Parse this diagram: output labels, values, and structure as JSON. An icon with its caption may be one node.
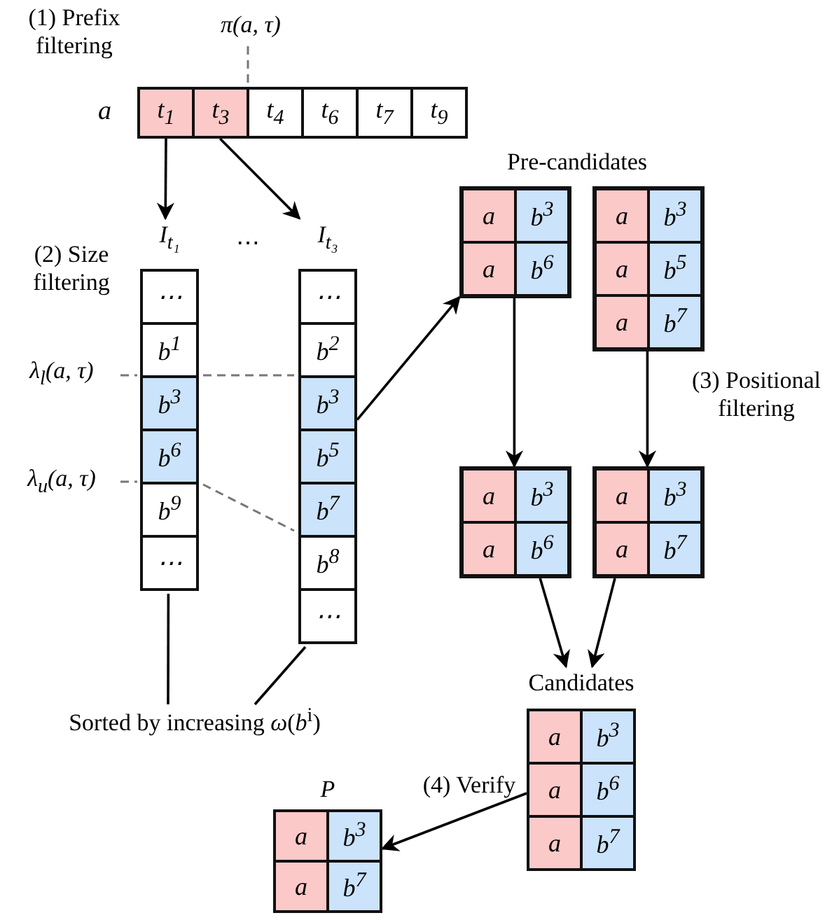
{
  "diagram": {
    "nodes": [
      {
        "text": [
          "a"
        ]
      },
      {
        "text": [
          "t$_{1}$"
        ],
        "in": 0
      },
      {
        "text": [
          "t$_{3}$"
        ],
        "in": 0
      },
      {
        "text": [
          "t$_{4}$"
        ],
        "in": 0
      },
      {
        "text": [
          "t$_{6}$"
        ],
        "in": 0
      },
      {
        "text": [
          "t$_{7}$"
        ],
        "in": 0
      },
      {
        "text": [
          "t$_{9}$"
        ],
        "in": 0
      },
      {
        "text": [
          "I$_{t₁}$"
        ]
      },
      {
        "text": [
          "⋯"
        ],
        "in": 7
      },
      {
        "text": [
          "b$^{1}$"
        ],
        "in": 7
      },
      {
        "text": [
          "b$^{3}$"
        ],
        "in": 7
      },
      {
        "text": [
          "b$^{6}$"
        ],
        "in": 7
      },
      {
        "text": [
          "b$^{9}$"
        ],
        "in": 7
      },
      {
        "text": [
          "⋯"
        ],
        "in": 7
      },
      {
        "text": [
          "I$_{t₃}$"
        ]
      },
      {
        "text": [
          "⋯"
        ],
        "in": 14
      },
      {
        "text": [
          "b$^{2}$"
        ],
        "in": 14
      },
      {
        "text": [
          "b$^{3}$"
        ],
        "in": 14
      },
      {
        "text": [
          "b$^{5}$"
        ],
        "in": 14
      },
      {
        "text": [
          "b$^{7}$"
        ],
        "in": 14
      },
      {
        "text": [
          "b$^{8}$"
        ],
        "in": 14
      },
      {
        "text": [
          "⋯"
        ],
        "in": 14
      },
      {
        "text": [],
        "shape": "box"
      },
      {
        "text": [
          "a"
        ],
        "in": 22
      },
      {
        "text": [
          "b$^{3}$"
        ],
        "in": 22
      },
      {
        "text": [
          "a"
        ],
        "in": 22
      },
      {
        "text": [
          "b$^{6}$"
        ],
        "in": 22
      },
      {
        "text": [],
        "shape": "box"
      },
      {
        "text": [
          "a"
        ],
        "in": 27
      },
      {
        "text": [
          "b$^{3}$"
        ],
        "in": 27
      },
      {
        "text": [
          "a"
        ],
        "in": 27
      },
      {
        "text": [
          "b$^{5}$"
        ],
        "in": 27
      },
      {
        "text": [
          "a"
        ],
        "in": 27
      },
      {
        "text": [
          "b$^{7}$"
        ],
        "in": 27
      },
      {
        "text": [],
        "shape": "box"
      },
      {
        "text": [
          "a"
        ],
        "in": 34
      },
      {
        "text": [
          "b$^{3}$"
        ],
        "in": 34
      },
      {
        "text": [
          "a"
        ],
        "in": 34
      },
      {
        "text": [
          "b$^{6}$"
        ],
        "in": 34
      },
      {
        "text": [],
        "shape": "box"
      },
      {
        "text": [
          "a"
        ],
        "in": 39
      },
      {
        "text": [
          "b$^{3}$"
        ],
        "in": 39
      },
      {
        "text": [
          "a"
        ],
        "in": 39
      },
      {
        "text": [
          "b$^{7}$"
        ],
        "in": 39
      },
      {
        "text": [
          "Candidates"
        ]
      },
      {
        "text": [
          "a"
        ],
        "in": 44
      },
      {
        "text": [
          "b$^{3}$"
        ],
        "in": 44
      },
      {
        "text": [
          "a"
        ],
        "in": 44
      },
      {
        "text": [
          "b$^{6}$"
        ],
        "in": 44
      },
      {
        "text": [
          "a"
        ],
        "in": 44
      },
      {
        "text": [
          "b$^{7}$"
        ],
        "in": 44
      },
      {
        "text": [
          "P"
        ]
      },
      {
        "text": [
          "a"
        ],
        "in": 51
      },
      {
        "text": [
          "b$^{3}$"
        ],
        "in": 51
      },
      {
        "text": [
          "a"
        ],
        "in": 51
      },
      {
        "text": [
          "b$^{7}$"
        ],
        "in": 51
      },
      {
        "text": [
          "Sorted by increasing *ω*(*b*$^{i}$)"
        ]
      }
    ],
    "edges": [
      {
        "from": 1,
        "to": 7,
        "arrow": "to"
      },
      {
        "from": 2,
        "to": 14,
        "arrow": "to"
      },
      {
        "from": 14,
        "to": 22,
        "arrow": "to"
      },
      {
        "from": 22,
        "to": 34,
        "arrow": "to"
      },
      {
        "from": 27,
        "to": 39,
        "arrow": "to"
      },
      {
        "from": 34,
        "to": 44,
        "arrow": "to"
      },
      {
        "from": 39,
        "to": 44,
        "arrow": "to"
      },
      {
        "from": 44,
        "to": 51,
        "arrow": "to"
      },
      {
        "from": 56,
        "to": 7,
        "arrow": "none"
      },
      {
        "from": 56,
        "to": 14,
        "arrow": "none"
      }
    ],
    "labels": [
      "(1) Prefix filtering",
      "π(a, τ)",
      "⋯",
      "(2) Size filtering",
      "Pre-candidates",
      "λ$_{l}$(a, τ)",
      "(3) Positional filtering",
      "λ$_{u}$(a, τ)",
      "(4) Verify"
    ]
  }
}
